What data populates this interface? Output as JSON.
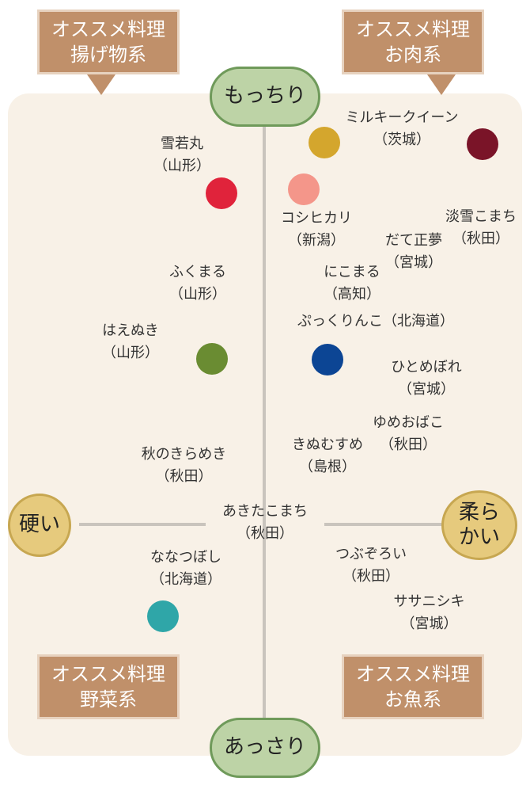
{
  "axes": {
    "top": "もっちり",
    "bottom": "あっさり",
    "left": "硬い",
    "right_line1": "柔ら",
    "right_line2": "かい"
  },
  "categories": {
    "top_left": {
      "line1": "オススメ料理",
      "line2": "揚げ物系"
    },
    "top_right": {
      "line1": "オススメ料理",
      "line2": "お肉系"
    },
    "bottom_left": {
      "line1": "オススメ料理",
      "line2": "野菜系"
    },
    "bottom_right": {
      "line1": "オススメ料理",
      "line2": "お魚系"
    }
  },
  "colors": {
    "yukiwakamaru": "#e0233b",
    "milky_queen": "#d4a62d",
    "awayuki_komachi": "#7a1428",
    "koshihikari": "#f4968a",
    "haenuki": "#6a8c32",
    "pukkurinko": "#0c4594",
    "nanatsuboshi": "#2fa6a8"
  },
  "varieties": [
    {
      "name": "雪若丸",
      "region": "（山形）"
    },
    {
      "name": "ミルキークイーン",
      "region": "（茨城）"
    },
    {
      "name": "淡雪こまち",
      "region": "（秋田）"
    },
    {
      "name": "コシヒカリ",
      "region": "（新潟）"
    },
    {
      "name": "だて正夢",
      "region": "（宮城）"
    },
    {
      "name": "ふくまる",
      "region": "（山形）"
    },
    {
      "name": "にこまる",
      "region": "（高知）"
    },
    {
      "name": "ぷっくりんこ（北海道）",
      "region": ""
    },
    {
      "name": "はえぬき",
      "region": "（山形）"
    },
    {
      "name": "ひとめぼれ",
      "region": "（宮城）"
    },
    {
      "name": "ゆめおばこ",
      "region": "（秋田）"
    },
    {
      "name": "きぬむすめ",
      "region": "（島根）"
    },
    {
      "name": "秋のきらめき",
      "region": "（秋田）"
    },
    {
      "name": "あきたこまち",
      "region": "（秋田）"
    },
    {
      "name": "つぶぞろい",
      "region": "（秋田）"
    },
    {
      "name": "ななつぼし",
      "region": "（北海道）"
    },
    {
      "name": "ササニシキ",
      "region": "（宮城）"
    }
  ]
}
